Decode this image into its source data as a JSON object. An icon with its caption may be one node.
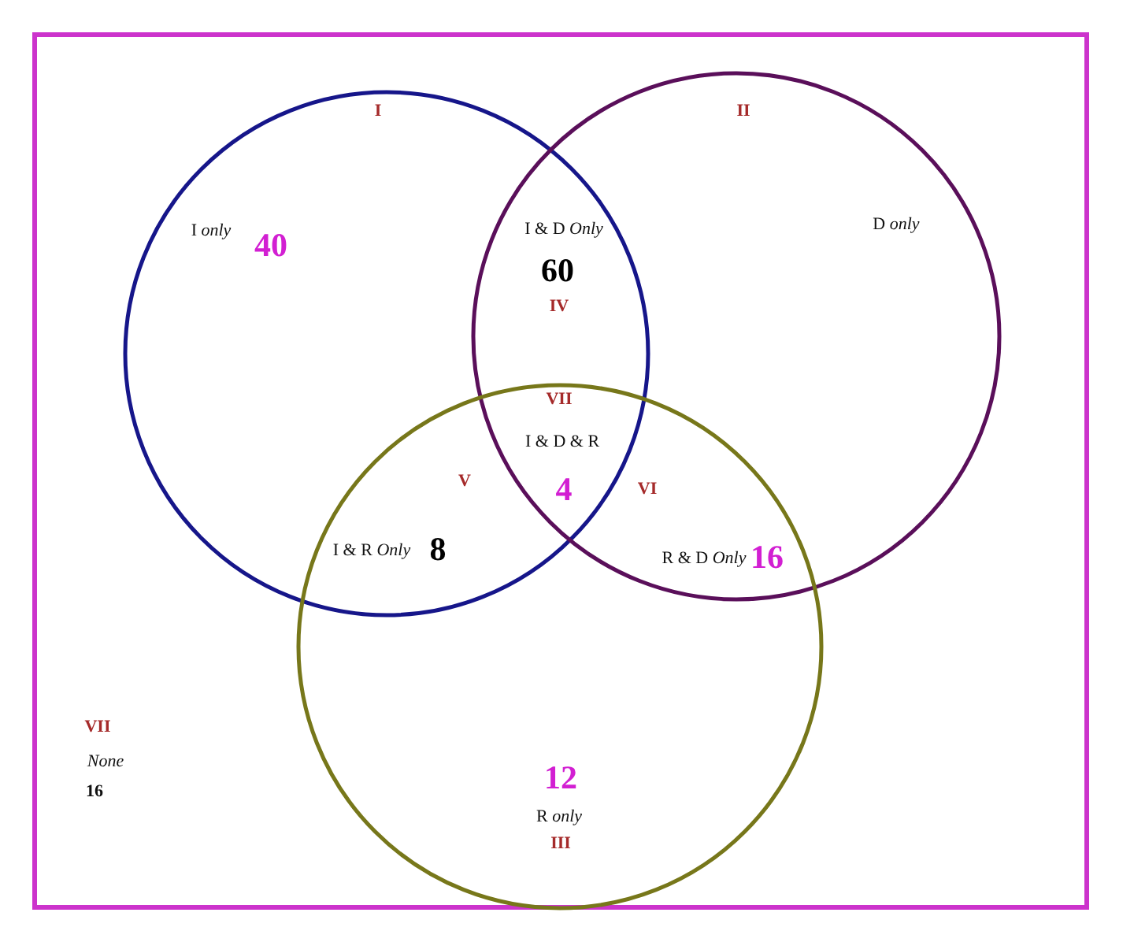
{
  "diagram": {
    "nodes": [
      {
        "text": [
          "I"
        ]
      },
      {
        "text": [
          "II"
        ]
      },
      {
        "text": [
          "III"
        ]
      }
    ],
    "labels": [
      "I *only*",
      "40",
      "I & D *Only*",
      "60",
      "IV",
      "D *only*",
      "VII",
      "I & D & R",
      "V",
      "4",
      "VI",
      "I & R *Only*",
      "8",
      "R & D *Only*",
      "16",
      "VII",
      "None",
      "16",
      "12",
      "R *only*"
    ]
  }
}
